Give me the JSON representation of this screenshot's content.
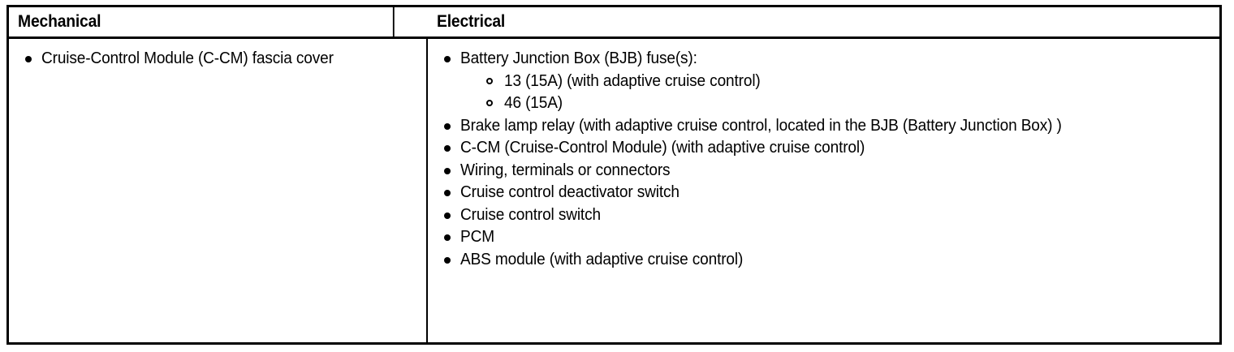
{
  "table": {
    "columns": [
      {
        "key": "mechanical",
        "header": "Mechanical"
      },
      {
        "key": "electrical",
        "header": "Electrical"
      }
    ],
    "mechanical": {
      "items": [
        {
          "text": "Cruise-Control Module (C-CM) fascia cover",
          "subitems": []
        }
      ]
    },
    "electrical": {
      "items": [
        {
          "text": "Battery Junction Box (BJB) fuse(s):",
          "subitems": [
            {
              "text": "13 (15A) (with adaptive cruise control)"
            },
            {
              "text": "46 (15A)"
            }
          ]
        },
        {
          "text": "Brake lamp relay (with adaptive cruise control, located in the BJB (Battery Junction Box) )",
          "subitems": []
        },
        {
          "text": "C-CM (Cruise-Control Module) (with adaptive cruise control)",
          "subitems": []
        },
        {
          "text": "Wiring, terminals or connectors",
          "subitems": []
        },
        {
          "text": "Cruise control deactivator switch",
          "subitems": []
        },
        {
          "text": "Cruise control switch",
          "subitems": []
        },
        {
          "text": "PCM",
          "subitems": []
        },
        {
          "text": "ABS module (with adaptive cruise control)",
          "subitems": []
        }
      ]
    }
  },
  "colors": {
    "border": "#000000",
    "text": "#000000",
    "background": "#ffffff"
  }
}
